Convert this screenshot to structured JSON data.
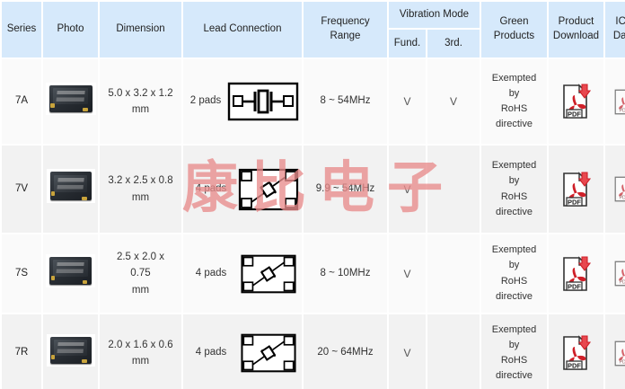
{
  "table": {
    "headers": {
      "series": "Series",
      "photo": "Photo",
      "dimension": "Dimension",
      "lead_connection": "Lead Connection",
      "frequency_range": "Frequency Range",
      "frequency_range_l1": "Frequency",
      "frequency_range_l2": "Range",
      "vibration_mode": "Vibration Mode",
      "vibration_fund": "Fund.",
      "vibration_3rd": "3rd.",
      "green_products": "Green Products",
      "green_products_l1": "Green",
      "green_products_l2": "Products",
      "product_download": "Product Download",
      "product_download_l1": "Product",
      "product_download_l2": "Download",
      "icp_data": "ICP Data",
      "icp_data_l1": "ICP",
      "icp_data_l2": "Data"
    },
    "rows": [
      {
        "series": "7A",
        "photo_alt": "smd-crystal-5032",
        "dimension_l1": "5.0 x 3.2 x 1.2",
        "dimension_l2": "mm",
        "lead_pads": "2 pads",
        "lead_schematic": "two-pad-crystal-symbol",
        "frequency_range": "8 ~ 54MHz",
        "vibration_fund": "V",
        "vibration_3rd": "V",
        "green_l1": "Exempted",
        "green_l2": "by",
        "green_l3": "RoHS",
        "green_l4": "directive",
        "product_download_icon": "pdf-download-icon",
        "product_download_label": "PDF",
        "icp_data_icon": "pdf-small-icon",
        "icp_data_label": "PDF"
      },
      {
        "series": "7V",
        "photo_alt": "smd-crystal-3225",
        "dimension_l1": "3.2 x 2.5 x 0.8",
        "dimension_l2": "mm",
        "lead_pads": "4 pads",
        "lead_schematic": "four-pad-crystal-symbol",
        "frequency_range": "9.9 ~ 54MHz",
        "vibration_fund": "V",
        "vibration_3rd": "",
        "green_l1": "Exempted",
        "green_l2": "by",
        "green_l3": "RoHS",
        "green_l4": "directive",
        "product_download_icon": "pdf-download-icon",
        "product_download_label": "PDF",
        "icp_data_icon": "pdf-small-icon",
        "icp_data_label": "PDF"
      },
      {
        "series": "7S",
        "photo_alt": "smd-crystal-2520",
        "dimension_l1": "2.5 x 2.0 x",
        "dimension_l2": "0.75",
        "dimension_l3": "mm",
        "lead_pads": "4 pads",
        "lead_schematic": "four-pad-crystal-symbol",
        "frequency_range": "8 ~ 10MHz",
        "vibration_fund": "V",
        "vibration_3rd": "",
        "green_l1": "Exempted",
        "green_l2": "by",
        "green_l3": "RoHS",
        "green_l4": "directive",
        "product_download_icon": "pdf-download-icon",
        "product_download_label": "PDF",
        "icp_data_icon": "pdf-small-icon",
        "icp_data_label": "PDF"
      },
      {
        "series": "7R",
        "photo_alt": "smd-crystal-2016",
        "dimension_l1": "2.0 x 1.6 x 0.6",
        "dimension_l2": "mm",
        "lead_pads": "4 pads",
        "lead_schematic": "four-pad-crystal-symbol",
        "frequency_range": "20 ~ 64MHz",
        "vibration_fund": "V",
        "vibration_3rd": "",
        "green_l1": "Exempted",
        "green_l2": "by",
        "green_l3": "RoHS",
        "green_l4": "directive",
        "product_download_icon": "pdf-download-icon",
        "product_download_label": "PDF",
        "icp_data_icon": "pdf-small-icon",
        "icp_data_label": "PDF"
      }
    ]
  },
  "watermark": {
    "text": "康比电子",
    "color": "#e98c8c"
  },
  "colors": {
    "header_bg": "#d6e9fb",
    "row_bg_light": "#fafafa",
    "row_bg_dark": "#f2f2f2",
    "text": "#333333",
    "pdf_red": "#cf2029",
    "watermark": "#e98c8c"
  }
}
